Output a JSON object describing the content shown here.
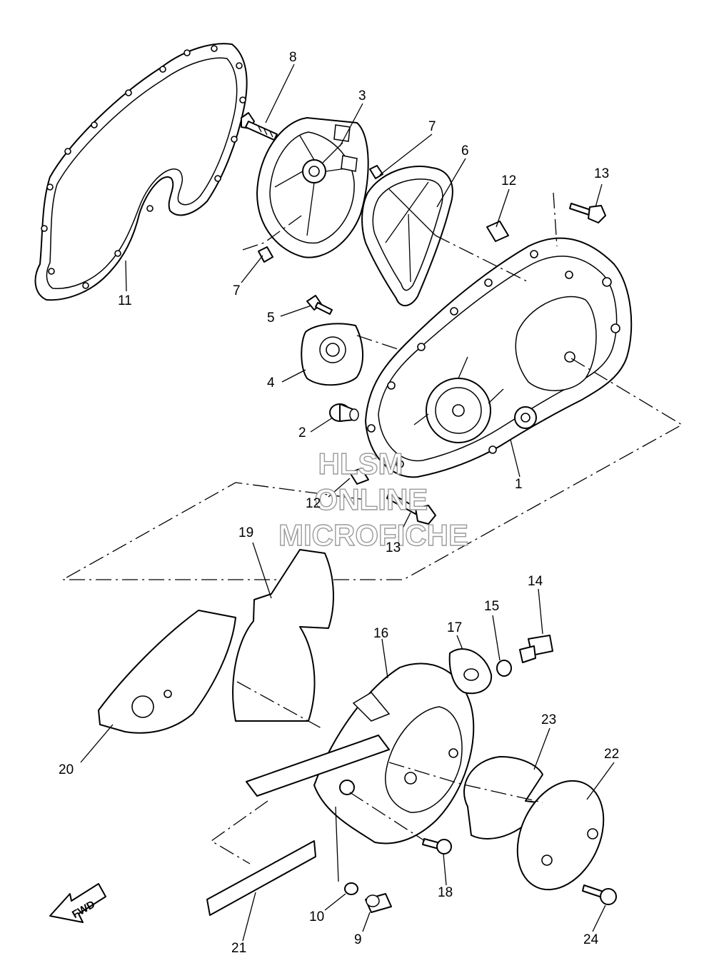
{
  "callouts": {
    "c1": "1",
    "c2": "2",
    "c3": "3",
    "c4": "4",
    "c5": "5",
    "c6": "6",
    "c7a": "7",
    "c7b": "7",
    "c8": "8",
    "c9": "9",
    "c10": "10",
    "c11": "11",
    "c12a": "12",
    "c12b": "12",
    "c13a": "13",
    "c13b": "13",
    "c14": "14",
    "c15": "15",
    "c16": "16",
    "c17": "17",
    "c18": "18",
    "c19": "19",
    "c20": "20",
    "c21": "21",
    "c22": "22",
    "c23": "23",
    "c24": "24"
  },
  "watermark": {
    "line1": "HLSM",
    "line2": "ONLINE",
    "line3": "MICROFICHE"
  },
  "fwd_arrow": {
    "label": "FWD"
  },
  "colors": {
    "line": "#000000",
    "watermark_outline": "#9a9a9a",
    "background": "#ffffff"
  }
}
